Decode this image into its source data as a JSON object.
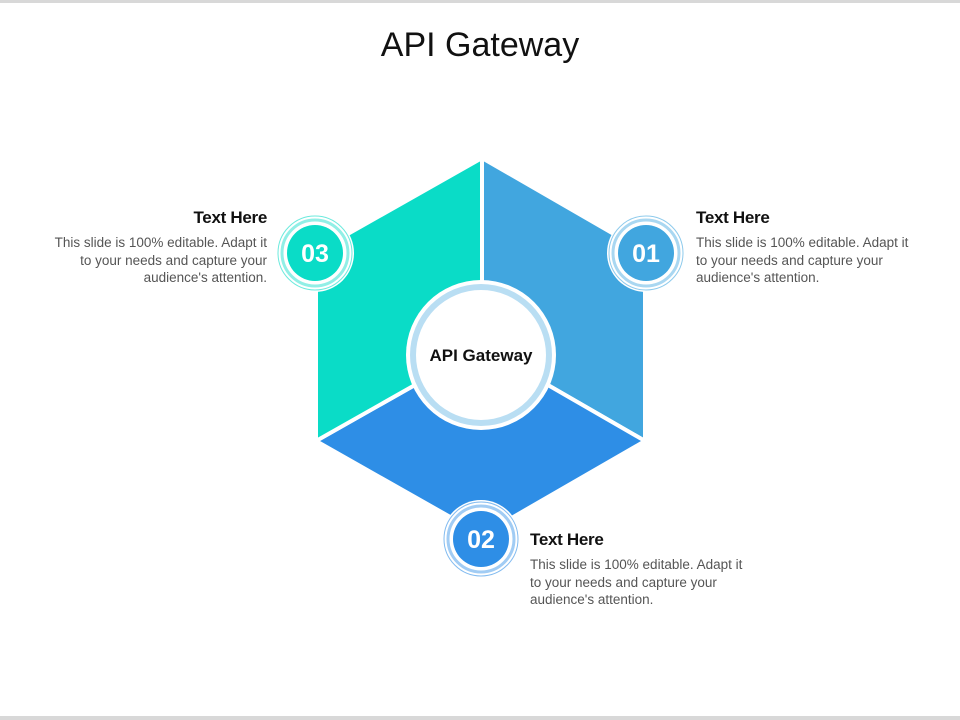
{
  "title": "API Gateway",
  "center": {
    "label": "API Gateway"
  },
  "colors": {
    "segment_01": "#41a6df",
    "segment_02": "#2e8ee6",
    "segment_03": "#0adcc7",
    "ring_center": "#b9def3"
  },
  "nodes": [
    {
      "number": "01",
      "heading": "Text Here",
      "text": "This slide is 100% editable. Adapt it to your needs and capture your audience's attention."
    },
    {
      "number": "02",
      "heading": "Text Here",
      "text": "This slide is 100% editable. Adapt it to your needs and capture your audience's attention."
    },
    {
      "number": "03",
      "heading": "Text Here",
      "text": "This slide is 100% editable. Adapt it to your needs and capture your audience's attention."
    }
  ]
}
